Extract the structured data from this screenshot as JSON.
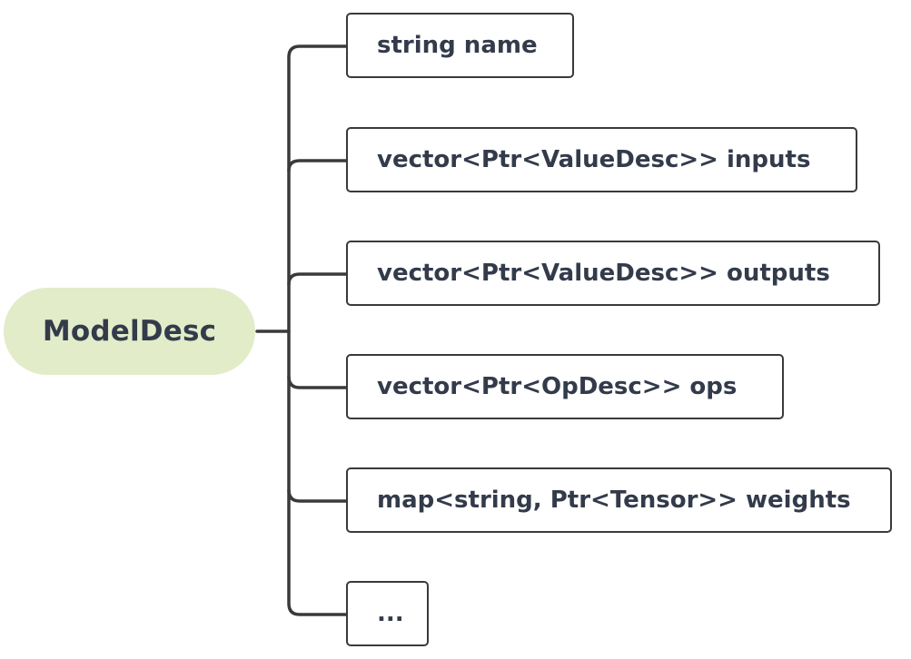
{
  "root": {
    "label": "ModelDesc",
    "fill_color": "#e2ecc9"
  },
  "fields": [
    {
      "label": "string name"
    },
    {
      "label": "vector<Ptr<ValueDesc>> inputs"
    },
    {
      "label": "vector<Ptr<ValueDesc>> outputs"
    },
    {
      "label": "vector<Ptr<OpDesc>> ops"
    },
    {
      "label": "map<string, Ptr<Tensor>> weights"
    },
    {
      "label": "..."
    }
  ],
  "colors": {
    "text": "#333b4b",
    "connector": "#3a3a3a",
    "box_border": "#3a3a3a"
  }
}
